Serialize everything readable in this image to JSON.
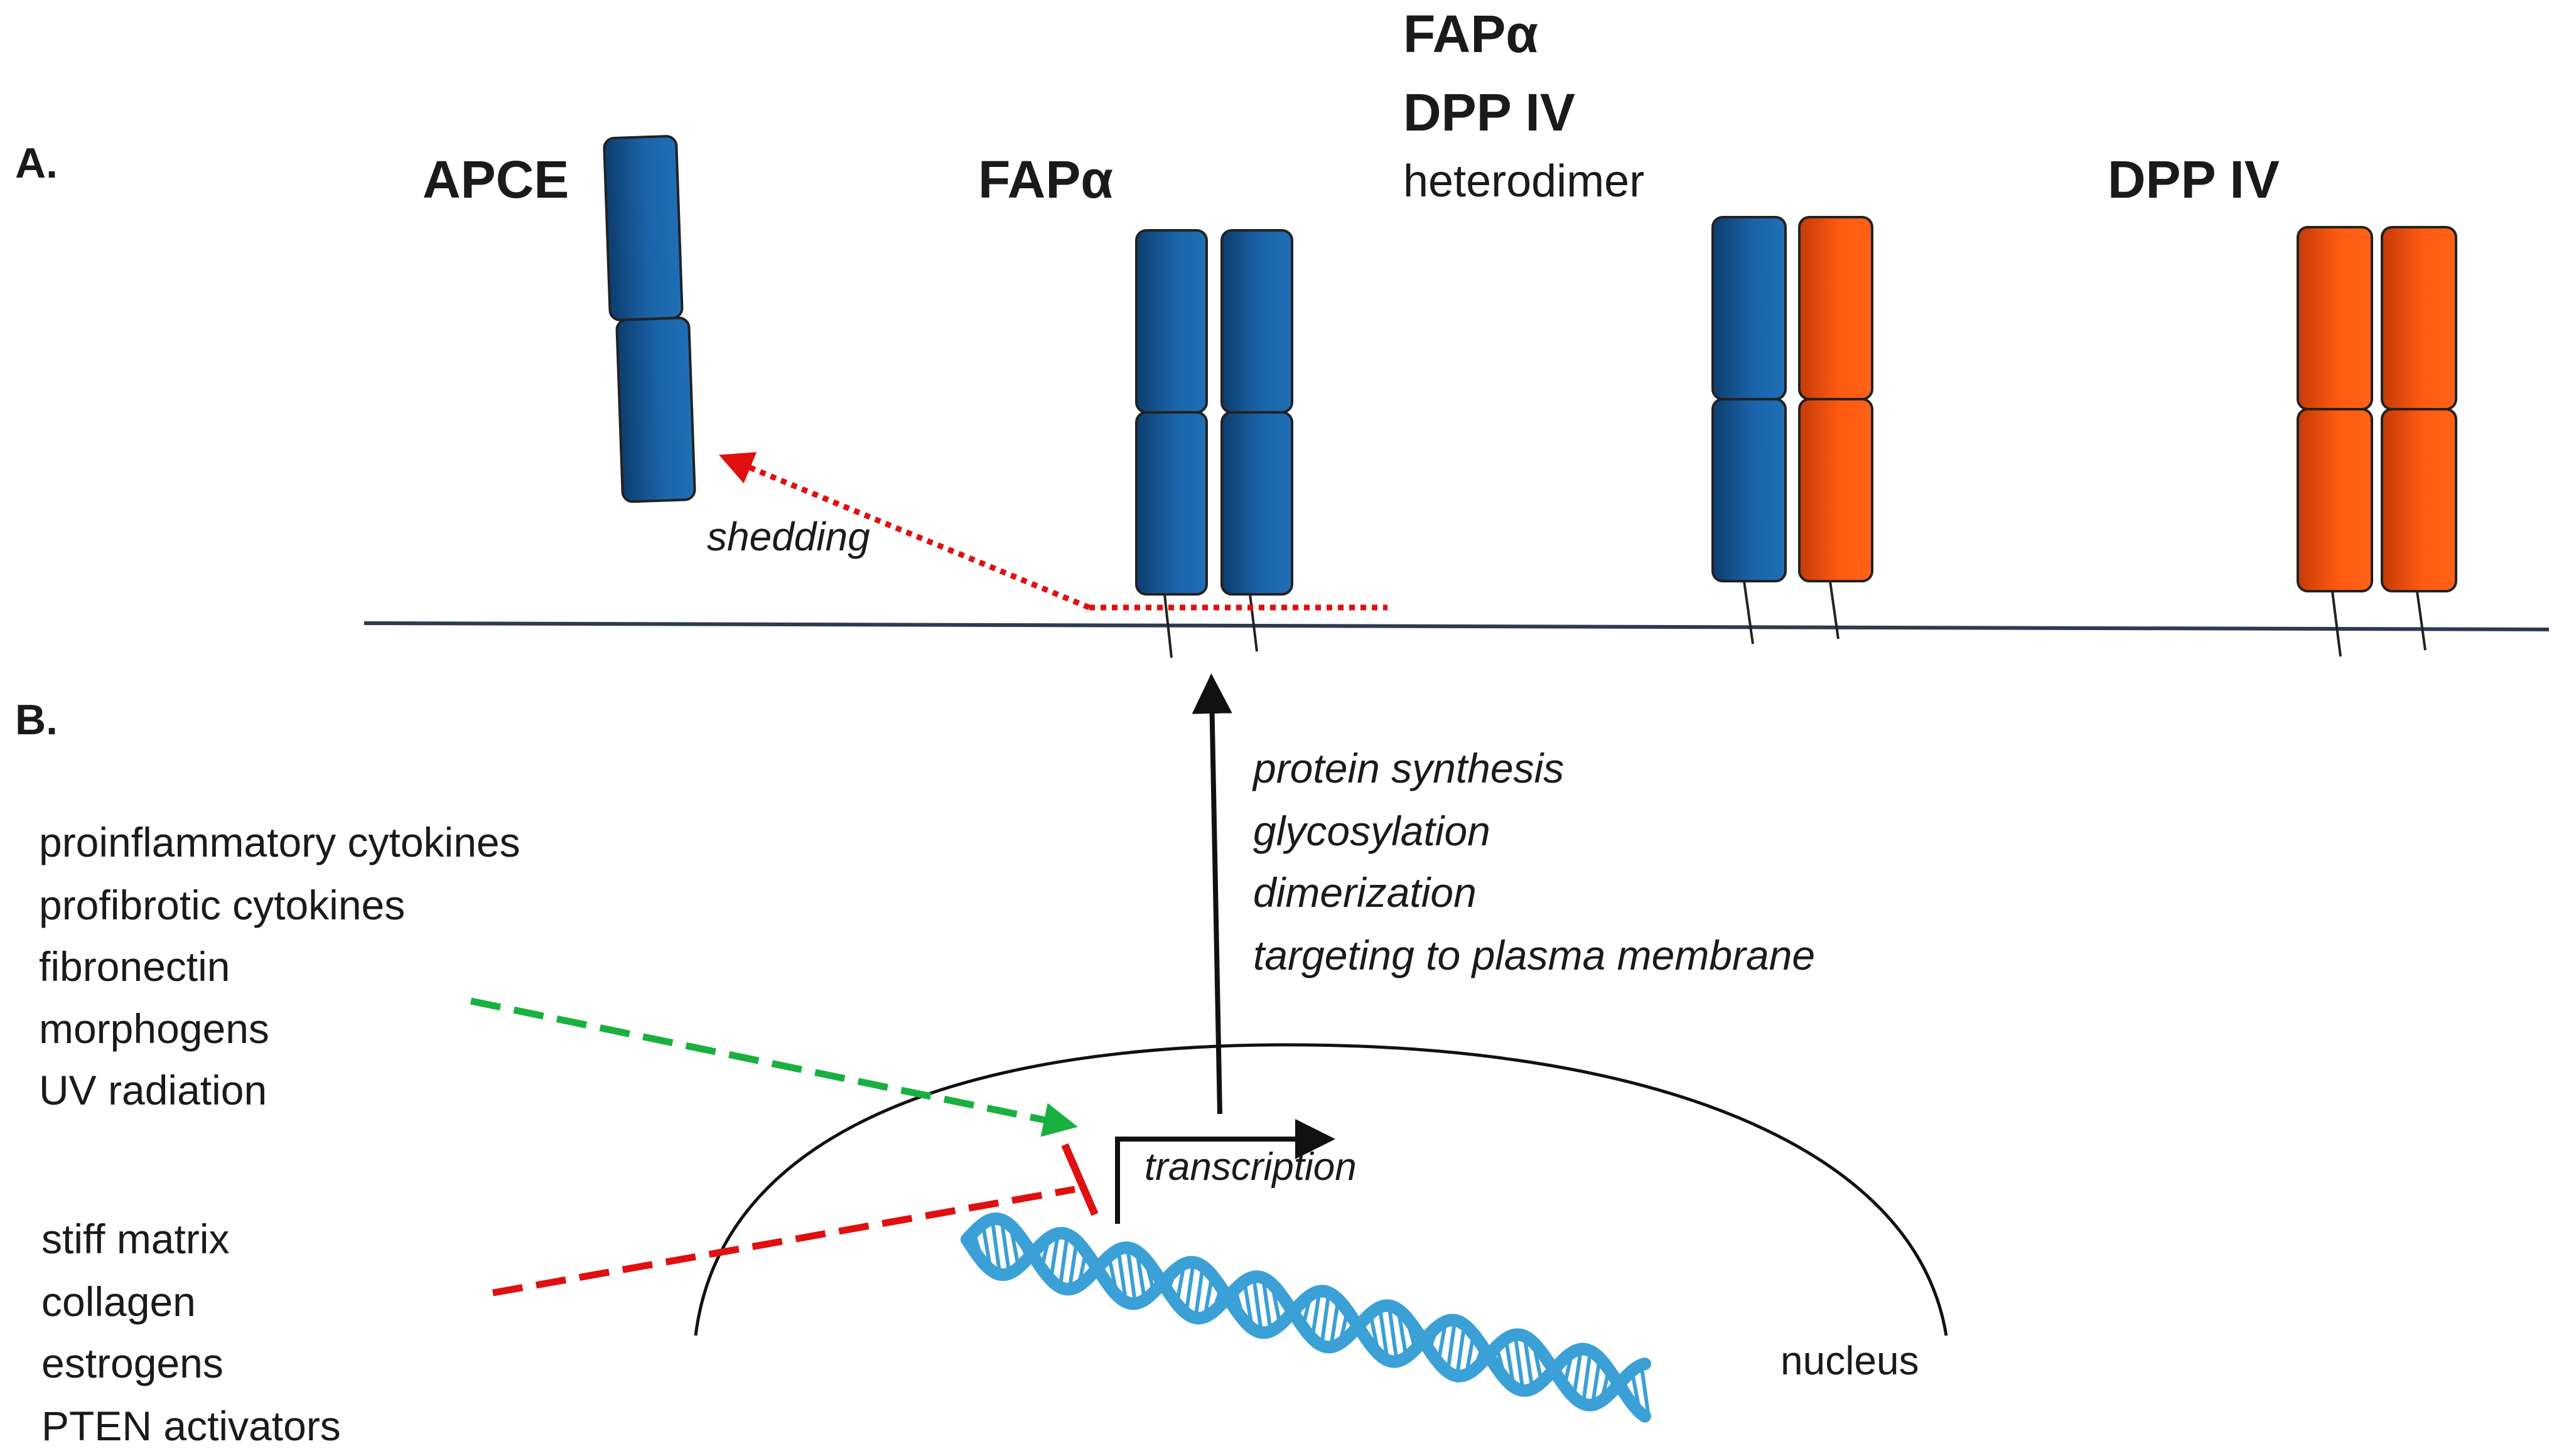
{
  "panels": {
    "a_label": "A.",
    "b_label": "B."
  },
  "proteins": {
    "apce": "APCE",
    "fap_alpha": "FAPα",
    "heterodimer_line1": "FAPα",
    "heterodimer_line2": "DPP IV",
    "heterodimer_line3": "heterodimer",
    "dpp_iv": "DPP IV"
  },
  "shedding_label": "shedding",
  "processing_steps": [
    "protein synthesis",
    "glycosylation",
    "dimerization",
    "targeting to plasma membrane"
  ],
  "activators": [
    "proinflammatory cytokines",
    "profibrotic cytokines",
    "fibronectin",
    "morphogens",
    "UV radiation"
  ],
  "inhibitors": [
    "stiff matrix",
    "collagen",
    "estrogens",
    "PTEN activators"
  ],
  "transcription_label": "transcription",
  "nucleus_label": "nucleus",
  "colors": {
    "blue": "#1a63a8",
    "blue_dark": "#0d3d6e",
    "orange": "#ff5a12",
    "orange_dark": "#c33b08",
    "red_arrow": "#e01010",
    "green_arrow": "#1ab040",
    "dna": "#3aa0d6",
    "membrane": "#2e3a4f"
  }
}
